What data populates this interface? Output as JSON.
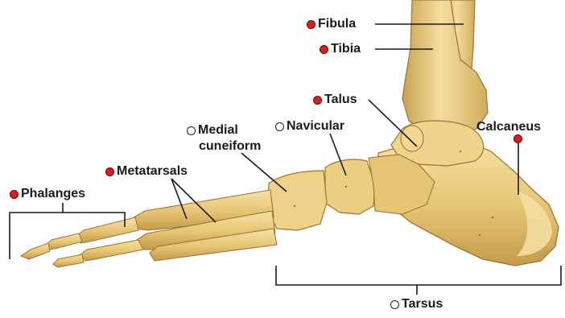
{
  "labels": {
    "fibula": "Fibula",
    "tibia": "Tibia",
    "talus": "Talus",
    "calcaneus": "Calcaneus",
    "navicular": "Navicular",
    "medial_cuneiform_line1": "Medial",
    "medial_cuneiform_line2": "cuneiform",
    "metatarsals": "Metatarsals",
    "phalanges": "Phalanges",
    "tarsus": "Tarsus"
  },
  "colors": {
    "bone_fill": "#e8c878",
    "bone_light": "#f4dfa0",
    "bone_shadow": "#c39a48",
    "bone_outline": "#9c7634",
    "marker_filled": "#d32020",
    "marker_open": "#ffffff",
    "leader_line": "#1a1a1a",
    "background": "#ffffff"
  }
}
